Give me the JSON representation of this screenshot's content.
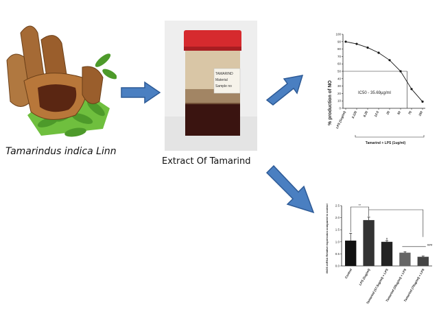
{
  "captions": {
    "tamarind": "Tamarindus indica Linn",
    "extract": "Extract Of Tamarind"
  },
  "jar_label": {
    "line1": "TAMARIND",
    "line2": "Material",
    "line3": "Sample no"
  },
  "colors": {
    "arrow_fill": "#4a7fc1",
    "arrow_stroke": "#2d5a96",
    "jar_lid": "#d62a2e",
    "extract": "#3a1410",
    "leaf_green": "#5aa833",
    "pod_brown": "#8b5a2b"
  },
  "chart_data": [
    {
      "type": "line",
      "ylabel": "% production of NO",
      "xlabel": "Tamarind + LPS (1ug/ml)",
      "categories": [
        "LPS (1ug/ml)",
        "3.125",
        "6.25",
        "12.5",
        "25",
        "50",
        "75",
        "150"
      ],
      "values": [
        90,
        87,
        82,
        75,
        65,
        50,
        26,
        9
      ],
      "ylim": [
        0,
        100
      ],
      "yticks": [
        "0",
        "10",
        "20",
        "30",
        "40",
        "50",
        "60",
        "70",
        "80",
        "90",
        "100"
      ],
      "annotation": "IC50 - 35.69µg/ml",
      "reference_y": 50,
      "reference_x_index": 5.6
    },
    {
      "type": "bar",
      "ylabel": "iNOS mRNA Relative expression compared to control",
      "categories": [
        "Control",
        "LPS (1ug/ml)",
        "Tamarind (17.5ug/ml) + LPS",
        "Tamarind (35ug/ml) + LPS",
        "Tamarind (70ug/ml) + LPS"
      ],
      "values": [
        1.05,
        1.9,
        1.0,
        0.55,
        0.38
      ],
      "errors": [
        0.3,
        0.12,
        0.05,
        0.04,
        0.03
      ],
      "ylim": [
        0,
        2.5
      ],
      "yticks": [
        "0.0",
        "0.5",
        "1.0",
        "1.5",
        "2.0",
        "2.5"
      ],
      "sig_labels": [
        "**",
        "#",
        "###"
      ]
    }
  ]
}
